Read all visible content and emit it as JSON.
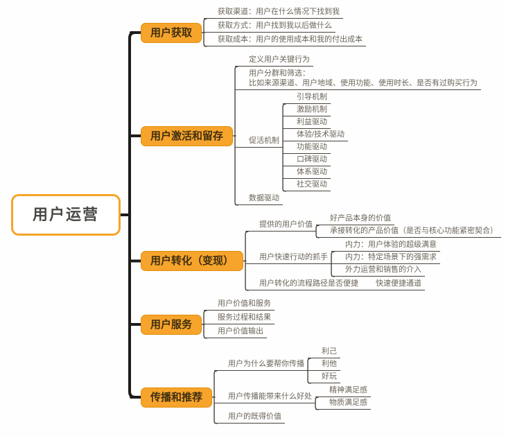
{
  "diagram_title": "用户运营",
  "colors": {
    "canvas_bg": "#FEFEFE",
    "node_fill": "#F7A42C",
    "node_border": "#E18E0C",
    "root_border": "#F5A427",
    "root_text": "#4A4A45",
    "branch_text": "#3F2F10",
    "leaf_text": "#6C655A",
    "line_thin": "#48433B",
    "line_thick": "#1D1C1A"
  },
  "root": {
    "label": "用户运营",
    "children": [
      {
        "label": "用户获取",
        "children": [
          {
            "label": "获取渠道：用户在什么情况下找到我"
          },
          {
            "label": "获取方式：用户找到我以后做什么"
          },
          {
            "label": "获取成本：用户的使用成本和我的付出成本"
          }
        ]
      },
      {
        "label": "用户激活和留存",
        "children": [
          {
            "label": "定义用户关键行为"
          },
          {
            "label": "用户分群和筛选：\n比如来源渠道、用户地域、使用功能、使用时长、是否有过购买行为"
          },
          {
            "label": "促活机制",
            "children": [
              {
                "label": "引导机制"
              },
              {
                "label": "激励机制"
              },
              {
                "label": "利益驱动"
              },
              {
                "label": "体验/技术驱动"
              },
              {
                "label": "功能驱动"
              },
              {
                "label": "口碑驱动"
              },
              {
                "label": "体系驱动"
              },
              {
                "label": "社交驱动"
              }
            ]
          },
          {
            "label": "数据驱动"
          }
        ]
      },
      {
        "label": "用户转化（变现）",
        "children": [
          {
            "label": "提供的用户价值",
            "children": [
              {
                "label": "好产品本身的价值"
              },
              {
                "label": "承接转化的产品价值（是否与核心功能紧密契合）"
              }
            ]
          },
          {
            "label": "用户快速行动的抓手",
            "children": [
              {
                "label": "内力：用户体验的超级满意"
              },
              {
                "label": "内力：特定场景下的强需求"
              },
              {
                "label": "外力运营和销售的介入"
              }
            ]
          },
          {
            "label": "用户转化的流程路径是否便捷",
            "children": [
              {
                "label": "快速便捷通道"
              }
            ]
          }
        ]
      },
      {
        "label": "用户服务",
        "children": [
          {
            "label": "用户价值和服务"
          },
          {
            "label": "服务过程和结果"
          },
          {
            "label": "用户价值输出"
          }
        ]
      },
      {
        "label": "传播和推荐",
        "children": [
          {
            "label": "用户为什么要帮你传播",
            "children": [
              {
                "label": "利己"
              },
              {
                "label": "利他"
              },
              {
                "label": "好玩"
              }
            ]
          },
          {
            "label": "用户传播能带来什么好处",
            "children": [
              {
                "label": "精神满足感"
              },
              {
                "label": "物质满足感"
              }
            ]
          },
          {
            "label": "用户的既得价值"
          }
        ]
      }
    ]
  }
}
